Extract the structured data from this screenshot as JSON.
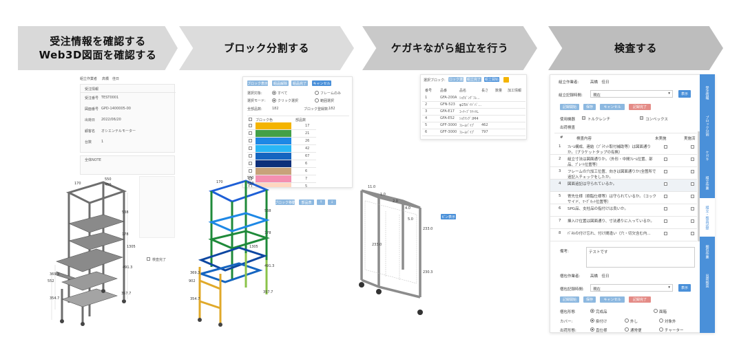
{
  "steps": [
    {
      "label": "受注情報を確認する\nWeb3D図面を確認する",
      "color": "#d9d9d9"
    },
    {
      "label": "ブロック分割する",
      "color": "#dcdcdc"
    },
    {
      "label": "ケガキながら組立を行う",
      "color": "#c9c9c9"
    },
    {
      "label": "検査する",
      "color": "#bdbdbd"
    }
  ],
  "p1": {
    "top_label": "組立作業者",
    "top_value": "高橋　佳日",
    "section": "受注情報",
    "fields": [
      {
        "k": "受注番号",
        "v": "TEST0001"
      },
      {
        "k": "図面番号",
        "v": "GPD-1400005-00"
      },
      {
        "k": "出荷日",
        "v": "2022/06/20"
      },
      {
        "k": "顧客名",
        "v": "オシエンテルモーター"
      },
      {
        "k": "台数",
        "v": "1"
      }
    ],
    "note_label": "全体NOTE",
    "done_label": "検査完了"
  },
  "p2": {
    "buttons": [
      "ブロック表示",
      "組品解除",
      "組品完了",
      "キャンセル"
    ],
    "sel_target": "選択対象:",
    "opt_all": "すべて",
    "opt_frame": "フレームのみ",
    "sel_mode": "選択モード:",
    "opt_click": "クリック選択",
    "opt_box": "範囲選択",
    "total_label": "全部品数:",
    "total_value": "182",
    "block_label": "ブロック登録数:",
    "block_value": "182",
    "col_block": "ブロック色",
    "col_count": "部品数",
    "counts": [
      "17",
      "21",
      "26",
      "42",
      "67",
      "6",
      "6",
      "7",
      "5"
    ],
    "colors": [
      "#f4b400",
      "#43a047",
      "#1e88e5",
      "#29b6f6",
      "#1565c0",
      "#0d2f7a",
      "#c8a27a",
      "#f48fb1",
      "#ffd6c0"
    ],
    "sub_buttons": [
      "ブロック移動",
      "部品表",
      "↑",
      "↓"
    ]
  },
  "p3": {
    "label": "選択ブロック:",
    "buttons": [
      "ブロック選択",
      "組立完了",
      "組立開始"
    ],
    "headers": [
      "番号",
      "品番",
      "品名",
      "長さ",
      "数量",
      "加工情報"
    ],
    "rows": [
      [
        "1",
        "GFA-200A",
        "ｼｮｳﾋﾞﾝｸﾞﾌﾚ...",
        "",
        ""
      ],
      [
        "2",
        "GFN-523",
        "φ25ｶﾞｲﾄﾞﾊﾞ...",
        "",
        ""
      ],
      [
        "3",
        "GFA-E17",
        "ｺｰﾅｰﾌﾞﾗｹｯﾄL",
        "",
        ""
      ],
      [
        "4",
        "GFA-E52",
        "ｼｮｳﾘﾝｸﾞｽM4",
        "",
        ""
      ],
      [
        "5",
        "GFF-3000",
        "ﾌﾚｰﾑﾊﾟｲﾌﾟ",
        "462",
        ""
      ],
      [
        "6",
        "GFF-3000",
        "ﾌﾚｰﾑﾊﾟｲﾌﾟ",
        "797",
        ""
      ]
    ],
    "small_button": "ピン表示"
  },
  "p4": {
    "worker_label": "組立作業者:",
    "worker_value": "高橋　佳日",
    "time_label": "組立記録時間:",
    "time_value": "現在",
    "record_btn": "表示",
    "btns": [
      "記録開始",
      "保存",
      "キャンセル",
      "記録完了"
    ],
    "tools_label": "使用機器",
    "tool1": "トルクレンチ",
    "tool2": "コンベックス",
    "cat_label": "出荷検査",
    "hdr_no": "#",
    "hdr_content": "検査内容",
    "hdr_ng": "未実施",
    "hdr_ok": "実施済",
    "items": [
      {
        "n": "1",
        "t": "ﾌﾚｰﾑ構成、連結（ﾌﾞﾗｹｯﾄ取付補助等）は図面通りか。（ブラケットタップの有無）"
      },
      {
        "n": "2",
        "t": "組立寸法は図面通りか。（外形・中間ﾌﾚｰﾑ位置、部品、ﾌﾟﾚｰﾄ位置等）"
      },
      {
        "n": "3",
        "t": "フレームの穴加工位置、向きは図面通りか(全箇所で追記入チェックをしたか。"
      },
      {
        "n": "4",
        "t": "図面追記は守られているか。"
      },
      {
        "n": "5",
        "t": "寄先仕様（樹脂仕様等）は守られているか。（コックサイド、ﾏｰｸﾞﾈｯﾄ位置等）"
      },
      {
        "n": "6",
        "t": "SPG品、支柱品の指付けは良いか。"
      },
      {
        "n": "7",
        "t": "挿入け位置は図面通り、寸法通りに入っているか。"
      },
      {
        "n": "8",
        "t": "ﾊﾟﾈﾙの付け忘れ、付け間違い（穴・切欠含む内..."
      }
    ],
    "remark_label": "備考:",
    "remark_value": "テストです",
    "pkg_worker_label": "梱包作業者:",
    "pkg_worker_value": "高橋　佳日",
    "pkg_time_label": "梱包記録時間:",
    "pkg_time_value": "現在",
    "pkg_btn": "表示",
    "pkg_state_label": "梱包形態",
    "pkg_opt1": "完成品",
    "pkg_opt2": "面箱",
    "cover_label": "カバー:",
    "cover_opt1": "掛付け",
    "cover_opt2": "外し",
    "cover_opt3": "対象外",
    "ship_label": "出荷形態:",
    "ship_opt1": "直仕様",
    "ship_opt2": "通常便",
    "ship_opt3": "チャーター",
    "side_tabs": [
      "受注情報",
      "ブロック分割",
      "ケガキ",
      "組立作業",
      "組立・検査記録",
      "梱包作業",
      "出荷検査"
    ]
  },
  "dims": {
    "a": [
      "170",
      "550",
      "450",
      "538",
      "178",
      "1305",
      "491.3",
      "369.3",
      "552",
      "354.7",
      "357.7"
    ],
    "b": [
      "170",
      "550",
      "450",
      "538",
      "178",
      "1305",
      "491.3",
      "369.3",
      "902",
      "354.7",
      "357.7"
    ],
    "c": [
      "11.0",
      "1.0",
      "2.0",
      "4.0",
      "5.0",
      "233.0",
      "233.0",
      "230.3"
    ]
  }
}
